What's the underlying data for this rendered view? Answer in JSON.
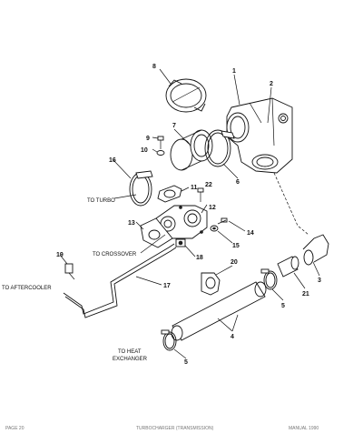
{
  "callouts": [
    "1",
    "2",
    "3",
    "4",
    "5",
    "5",
    "6",
    "7",
    "8",
    "9",
    "10",
    "11",
    "12",
    "13",
    "14",
    "15",
    "16",
    "17",
    "18",
    "19",
    "20",
    "21",
    "22"
  ],
  "labels": {
    "to_turbo": "TO TURBO",
    "to_crossover": "TO CROSSOVER",
    "to_aftercooler": "TO AFTERCOOLER",
    "to_heat_1": "TO HEAT",
    "to_heat_2": "EXCHANGER"
  },
  "footer": {
    "left": "PAGE 20",
    "center": "TURBOCHARGER (TRANSMISSION)",
    "right": "MANUAL 1990"
  }
}
